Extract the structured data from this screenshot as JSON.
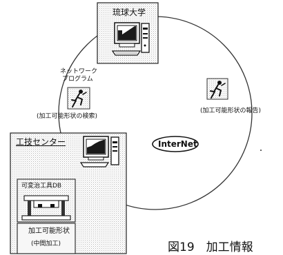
{
  "nodes": {
    "university": {
      "label": "琉球大学"
    },
    "center": {
      "label": "工技センター"
    },
    "network": {
      "label": "InterNet"
    },
    "shape_library": {
      "label": "可変治工具DB"
    },
    "program": {
      "line1": "ネットワーク",
      "line2": "プログラム"
    },
    "search": {
      "label": "(加工可能形状の検索)"
    },
    "report": {
      "label": "(加工可能形状の報告)"
    },
    "result": {
      "line1": "加工可能形状",
      "line2": "(中間加工)"
    }
  },
  "caption": {
    "text": "図19　加工情報"
  },
  "colors": {
    "ring": "#333333",
    "box_fill": "#ebebeb",
    "ink": "#111111"
  }
}
